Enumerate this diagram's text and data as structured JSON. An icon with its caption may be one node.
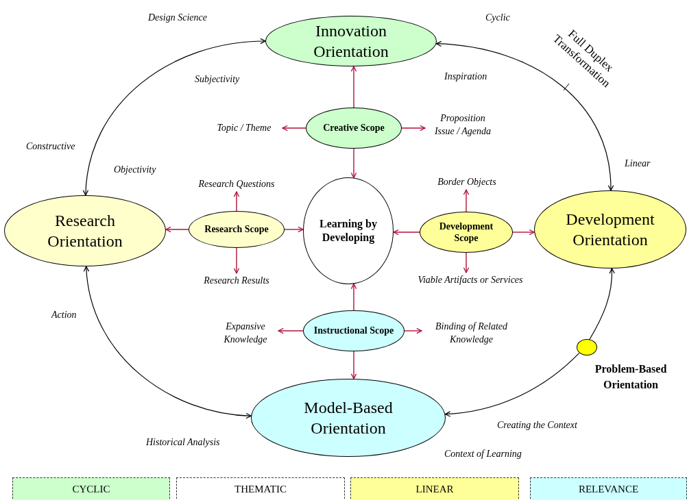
{
  "diagram": {
    "nodes": [
      {
        "text": [
          "Innovation Orientation"
        ]
      },
      {
        "text": [
          "Topic / Theme"
        ]
      },
      {
        "text": [
          "Creative Scope"
        ]
      },
      {
        "text": [
          "Proposition",
          "Issue / Agenda"
        ]
      },
      {
        "text": [
          "Research Questions"
        ]
      },
      {
        "text": [
          "Border Objects"
        ]
      },
      {
        "text": [
          "Research Orientation"
        ]
      },
      {
        "text": [
          "Research Scope"
        ]
      },
      {
        "text": [
          "Learning by Developing"
        ]
      },
      {
        "text": [
          "Development Scope"
        ]
      },
      {
        "text": [
          "Development Orientation"
        ]
      },
      {
        "text": [
          "Research Results"
        ]
      },
      {
        "text": [
          "Viable Artifacts or Services"
        ]
      },
      {
        "text": [
          "Expansive Knowledge"
        ]
      },
      {
        "text": [
          "Instructional Scope"
        ]
      },
      {
        "text": [
          "Binding of Related Knowledge"
        ]
      },
      {
        "text": [],
        "shape": "circle",
        "beside": [
          "Problem-Based Orientation"
        ]
      },
      {
        "text": [
          "Model-Based Orientation"
        ]
      }
    ],
    "edges": [
      {
        "from": 0,
        "to": 6,
        "arrow": "both",
        "color": "#000000"
      },
      {
        "from": 0,
        "to": 10,
        "arrow": "both",
        "color": "#000000"
      },
      {
        "from": 6,
        "to": 17,
        "arrow": "both",
        "color": "#000000"
      },
      {
        "from": 16,
        "to": 10,
        "arrow": "to",
        "color": "#000000"
      },
      {
        "from": 16,
        "to": 17,
        "arrow": "to",
        "color": "#000000"
      },
      {
        "from": 2,
        "to": 0,
        "arrow": "to"
      },
      {
        "from": 2,
        "to": 1,
        "arrow": "to"
      },
      {
        "from": 2,
        "to": 3,
        "arrow": "to"
      },
      {
        "from": 2,
        "to": 8,
        "arrow": "to"
      },
      {
        "from": 7,
        "to": 4,
        "arrow": "to"
      },
      {
        "from": 7,
        "to": 6,
        "arrow": "to"
      },
      {
        "from": 7,
        "to": 8,
        "arrow": "to"
      },
      {
        "from": 7,
        "to": 11,
        "arrow": "to"
      },
      {
        "from": 9,
        "to": 5,
        "arrow": "to"
      },
      {
        "from": 9,
        "to": 8,
        "arrow": "to"
      },
      {
        "from": 9,
        "to": 10,
        "arrow": "to"
      },
      {
        "from": 9,
        "to": 12,
        "arrow": "to"
      },
      {
        "from": 14,
        "to": 8,
        "arrow": "to"
      },
      {
        "from": 14,
        "to": 13,
        "arrow": "to"
      },
      {
        "from": 14,
        "to": 15,
        "arrow": "to"
      },
      {
        "from": 14,
        "to": 17,
        "arrow": "to"
      }
    ],
    "labels": [
      "Design Science",
      "Cyclic",
      "Full Duplex Transformation",
      "Subjectivity",
      "Inspiration",
      "Constructive",
      "Objectivity",
      "Linear",
      "Action",
      "Creating the Context",
      "Historical Analysis",
      "Context of Learning"
    ],
    "legend": [
      {
        "text": "CYCLIC",
        "color": "#ccffcc"
      },
      {
        "text": "THEMATIC",
        "color": "#ffffff"
      },
      {
        "text": "LINEAR",
        "color": "#ffff99"
      },
      {
        "text": "RELEVANCE",
        "color": "#ccffff"
      }
    ]
  }
}
